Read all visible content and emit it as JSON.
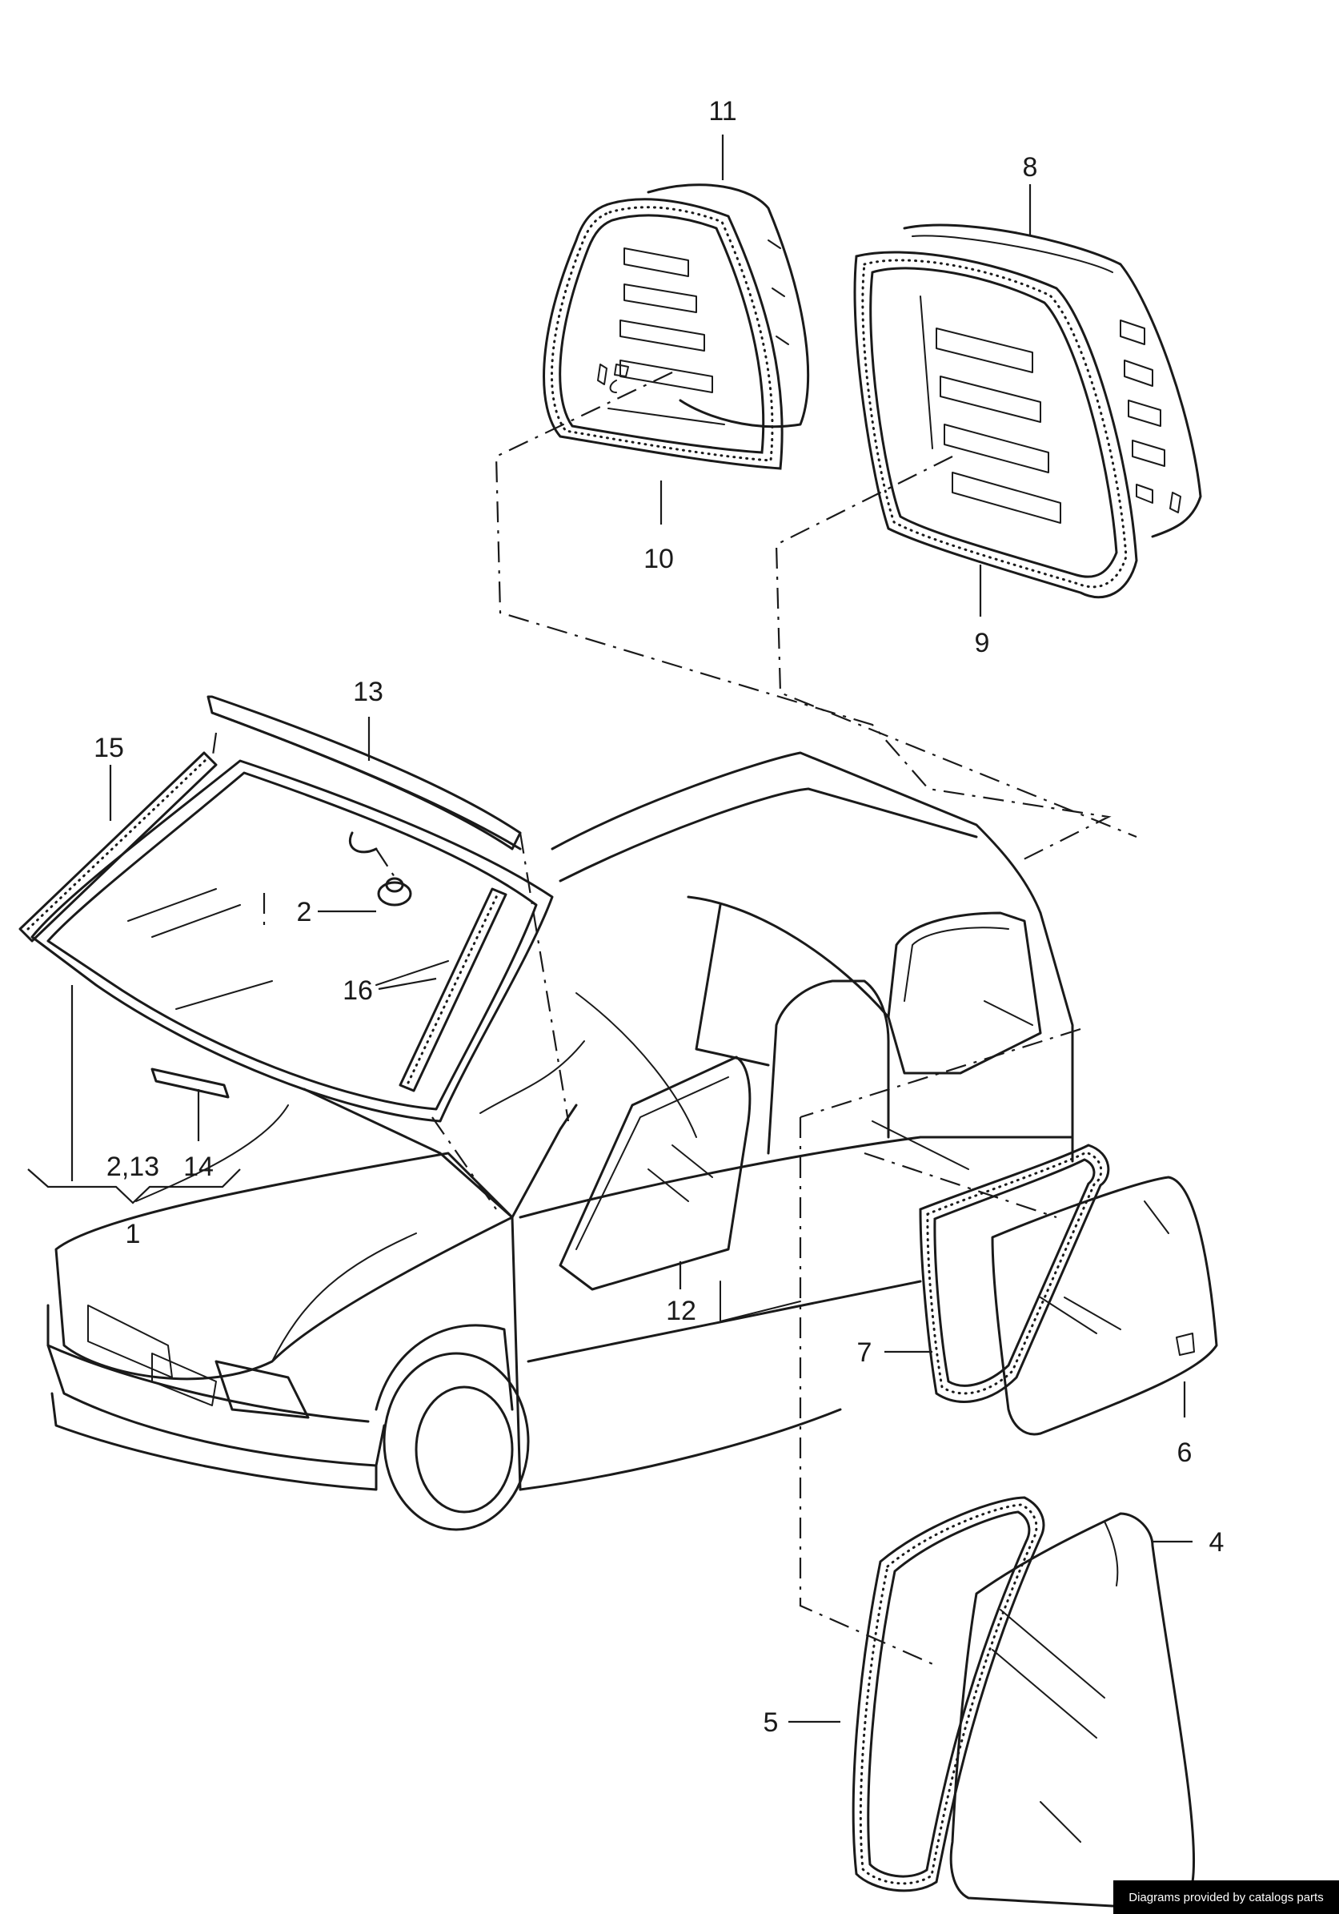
{
  "callouts": {
    "c1": "1",
    "c2": "2",
    "c2_13": "2,13",
    "c4": "4",
    "c5": "5",
    "c6": "6",
    "c7": "7",
    "c8": "8",
    "c9": "9",
    "c10": "10",
    "c11": "11",
    "c12": "12",
    "c13": "13",
    "c14": "14",
    "c15": "15",
    "c16": "16"
  },
  "footer": {
    "credit": "Diagrams provided by catalogs parts"
  }
}
